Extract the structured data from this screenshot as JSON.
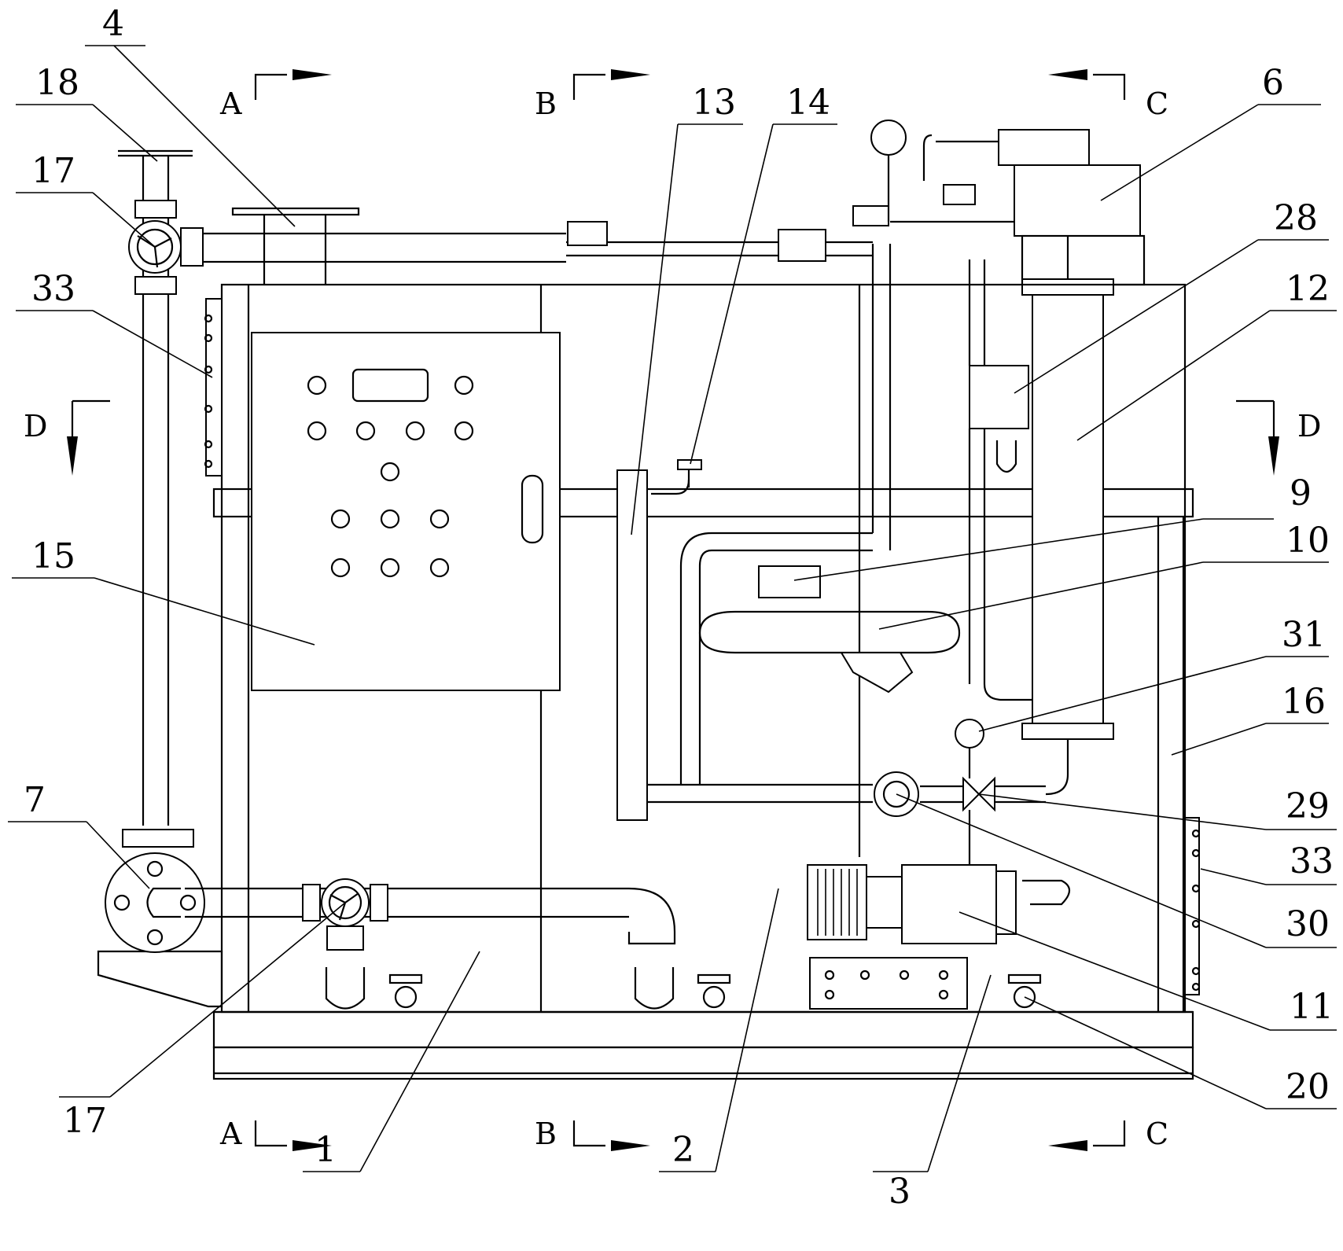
{
  "labels": {
    "l1": "1",
    "l2": "2",
    "l3": "3",
    "l4": "4",
    "l6": "6",
    "l7": "7",
    "l9": "9",
    "l10": "10",
    "l11": "11",
    "l12": "12",
    "l13": "13",
    "l14": "14",
    "l15": "15",
    "l16": "16",
    "l17a": "17",
    "l17b": "17",
    "l18": "18",
    "l20": "20",
    "l28": "28",
    "l29": "29",
    "l30": "30",
    "l31": "31",
    "l33a": "33",
    "l33b": "33"
  },
  "sections": {
    "a_top": "A",
    "a_bottom": "A",
    "b_top": "B",
    "b_bottom": "B",
    "c_top": "C",
    "c_bottom": "C",
    "d_left": "D",
    "d_right": "D"
  }
}
